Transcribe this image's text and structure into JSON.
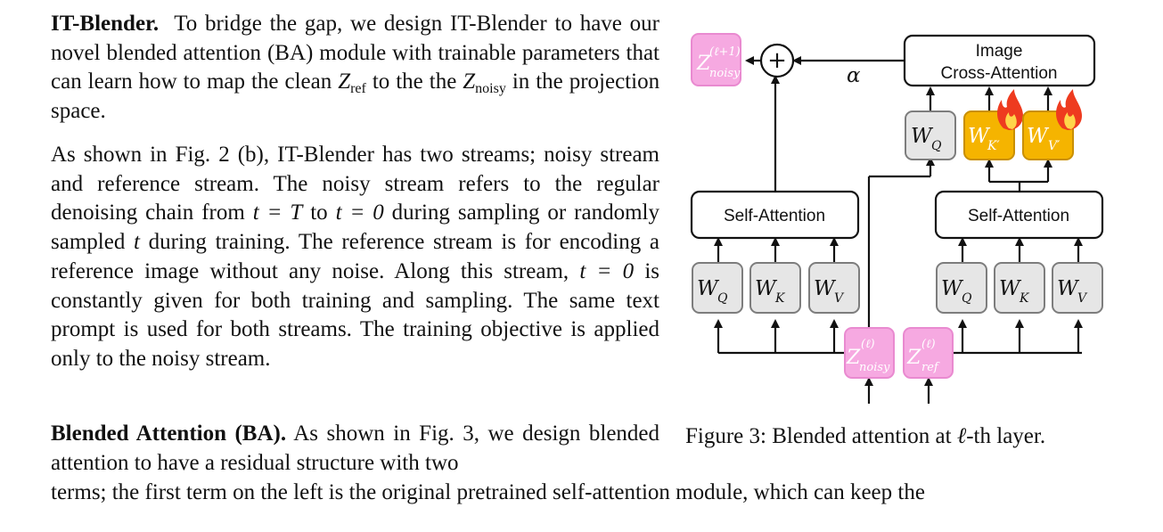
{
  "paragraphs": {
    "p1_heading": "IT-Blender.",
    "p1_text_a": "To bridge the gap, we design IT-Blender to have our novel blended attention (BA) module with trainable parameters that can learn how to map the clean",
    "p1_math_zref": "Z",
    "p1_math_zref_sub": "ref",
    "p1_text_b": "to the",
    "p1_math_znoisy": "Z",
    "p1_math_znoisy_sub": "noisy",
    "p1_text_c": "in the projection space.",
    "p2_text_a": "As shown in Fig. 2 (b), IT-Blender has two streams; noisy stream and reference stream. The noisy stream refers to the regular denoising chain from",
    "p2_math_1": "t = T",
    "p2_text_b": "to",
    "p2_math_2": "t = 0",
    "p2_text_c": "during sampling or randomly sampled",
    "p2_math_3": "t",
    "p2_text_d": "during training. The reference stream is for encoding a reference image without any noise. Along this stream,",
    "p2_math_4": "t = 0",
    "p2_text_e": "is constantly given for both training and sampling. The same text prompt is used for both streams. The training objective is applied only to the noisy stream.",
    "p3_heading": "Blended Attention (BA).",
    "p3_text_a": "As shown in Fig. 3, we design blended attention to have a residual structure with two",
    "p3_text_b": "terms; the first term on the left is the original pretrained self-attention module, which can keep the"
  },
  "figure": {
    "caption_a": "Figure 3: Blended attention at ",
    "caption_ell": "ℓ",
    "caption_b": "-th layer.",
    "image_cross_attention": [
      "Image",
      "Cross-Attention"
    ],
    "self_attention_left": "Self-Attention",
    "self_attention_right": "Self-Attention",
    "alpha": "α",
    "plus": "+",
    "wq": "W",
    "wq_sub": "Q",
    "wk": "W",
    "wk_sub": "K",
    "wv": "W",
    "wv_sub": "V",
    "wk_prime_sub": "K′",
    "wv_prime_sub": "V′",
    "z_out": "Z",
    "z_out_sup": "(ℓ+1)",
    "z_out_sub": "noisy",
    "z_noisy": "Z",
    "z_noisy_sup": "(ℓ)",
    "z_noisy_sub": "noisy",
    "z_ref": "Z",
    "z_ref_sup": "(ℓ)",
    "z_ref_sub": "ref",
    "fire_icon": "fire-icon"
  },
  "colors": {
    "pink": "#f6a9e1",
    "pink_border": "#e98ad0",
    "gray_box": "#e6e6e6",
    "gray_border": "#7d7d7d",
    "gold": "#f5b400",
    "gold_border": "#c98f00",
    "flame_outer": "#ee3b1f",
    "flame_inner": "#ffd54a"
  }
}
